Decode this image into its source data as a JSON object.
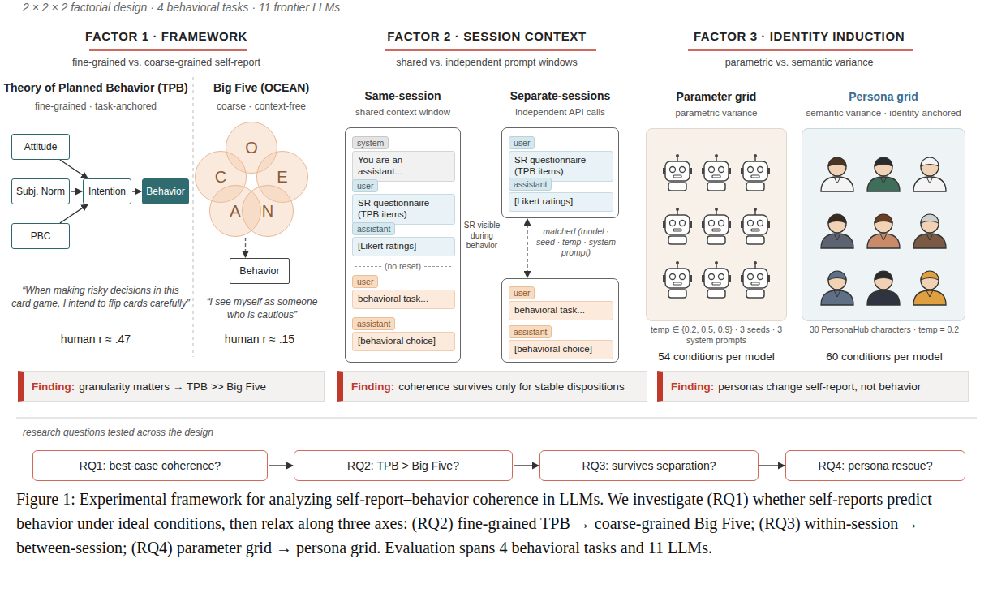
{
  "diagram": {
    "title": "2 × 2 × 2 factorial design · 4 behavioral tasks · 11 frontier LLMs",
    "caption": "Figure 1: Experimental framework for analyzing self-report–behavior coherence in LLMs. We investigate (RQ1) whether self-reports predict behavior under ideal conditions, then relax along three axes: (RQ2) fine-grained TPB → coarse-grained Big Five; (RQ3) within-session → between-session; (RQ4) parameter grid → persona grid. Evaluation spans 4 behavioral tasks and 11 LLMs.",
    "nodes": [
      {
        "text": [
          "Attitude"
        ]
      },
      {
        "text": [
          "Subj. Norm"
        ]
      },
      {
        "text": [
          "PBC"
        ]
      },
      {
        "text": [
          "Intention"
        ]
      },
      {
        "text": [
          "Behavior"
        ]
      },
      {
        "text": [
          "O"
        ]
      },
      {
        "text": [
          "C"
        ]
      },
      {
        "text": [
          "E"
        ]
      },
      {
        "text": [
          "A"
        ]
      },
      {
        "text": [
          "N"
        ]
      },
      {
        "text": [
          "Behavior"
        ]
      },
      {
        "text": [
          "Same-session",
          "shared context window"
        ]
      },
      {
        "text": [
          "system"
        ],
        "in": 11
      },
      {
        "text": [
          "You are an assistant..."
        ],
        "in": 11
      },
      {
        "text": [
          "user"
        ],
        "in": 11
      },
      {
        "text": [
          "SR questionnaire (TPB items)"
        ],
        "in": 11
      },
      {
        "text": [
          "assistant"
        ],
        "in": 11
      },
      {
        "text": [
          "[Likert ratings]"
        ],
        "in": 11
      },
      {
        "text": [
          "user"
        ],
        "in": 11
      },
      {
        "text": [
          "behavioral task..."
        ],
        "in": 11
      },
      {
        "text": [
          "assistant"
        ],
        "in": 11
      },
      {
        "text": [
          "[behavioral choice]"
        ],
        "in": 11
      },
      {
        "text": [
          "Separate-sessions",
          "independent API calls"
        ]
      },
      {
        "text": [
          "user"
        ],
        "in": 22
      },
      {
        "text": [
          "SR questionnaire (TPB items)"
        ],
        "in": 22
      },
      {
        "text": [
          "assistant"
        ],
        "in": 22
      },
      {
        "text": [
          "[Likert ratings]"
        ],
        "in": 22
      },
      {
        "text": []
      },
      {
        "text": [
          "user"
        ],
        "in": 27
      },
      {
        "text": [
          "behavioral task..."
        ],
        "in": 27
      },
      {
        "text": [
          "assistant"
        ],
        "in": 27
      },
      {
        "text": [
          "[behavioral choice]"
        ],
        "in": 27
      },
      {
        "text": [
          "Parameter grid",
          "parametric variance"
        ]
      },
      {
        "text": [
          "Persona grid",
          "semantic variance · identity-anchored"
        ]
      },
      {
        "text": [
          "Finding:",
          "granularity matters → TPB >> Big Five"
        ]
      },
      {
        "text": [
          "Finding:",
          "coherence survives only for stable dispositions"
        ]
      },
      {
        "text": [
          "Finding:",
          "personas change self-report, not behavior"
        ]
      },
      {
        "text": [
          "RQ1: best-case coherence?"
        ]
      },
      {
        "text": [
          "RQ2: TPB > Big Five?"
        ]
      },
      {
        "text": [
          "RQ3: survives separation?"
        ]
      },
      {
        "text": [
          "RQ4: persona rescue?"
        ]
      }
    ],
    "edges": [
      {
        "from": 0,
        "to": 3,
        "arrow": "to"
      },
      {
        "from": 1,
        "to": 3,
        "arrow": "to"
      },
      {
        "from": 2,
        "to": 3,
        "arrow": "to"
      },
      {
        "from": 3,
        "to": 4,
        "arrow": "to"
      },
      {
        "from": 8,
        "to": 10,
        "arrow": "to"
      },
      {
        "from": 22,
        "to": 27,
        "label": "matched (model · seed · temp · system prompt)",
        "arrow": "both"
      },
      {
        "from": 37,
        "to": 38,
        "arrow": "to"
      },
      {
        "from": 38,
        "to": 39,
        "arrow": "to"
      },
      {
        "from": 39,
        "to": 40,
        "arrow": "to"
      }
    ],
    "labels": [
      "FACTOR 1 · FRAMEWORK",
      "fine-grained vs. coarse-grained self-report",
      "Theory of Planned Behavior (TPB)",
      "fine-grained · task-anchored",
      "Big Five (OCEAN)",
      "coarse · context-free",
      "“When making risky decisions in this card game, I intend to flip cards carefully”",
      "“I see myself as someone who is cautious”",
      "human r ≈ .47",
      "human r ≈ .15",
      "FACTOR 2 · SESSION CONTEXT",
      "shared vs. independent prompt windows",
      "SR visible during behavior",
      "(no reset)",
      "FACTOR 3 · IDENTITY INDUCTION",
      "parametric vs. semantic variance",
      "temp ∈ {0.2, 0.5, 0.9} · 3 seeds · 3 system prompts",
      "54 conditions per model",
      "30 PersonaHub characters · temp = 0.2",
      "60 conditions per model",
      "research questions tested across the design"
    ]
  }
}
